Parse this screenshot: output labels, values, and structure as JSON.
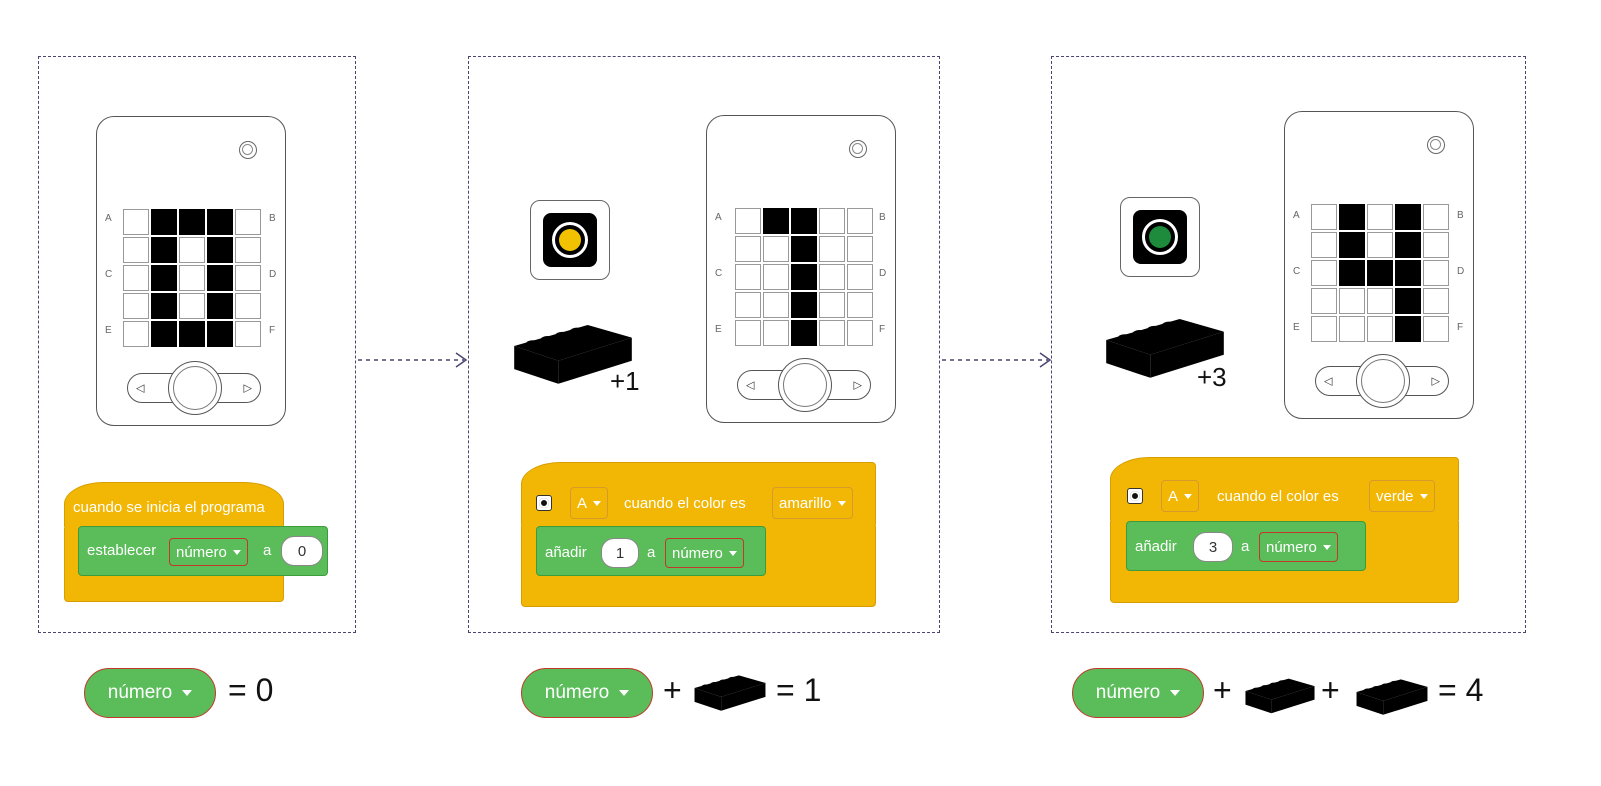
{
  "panels": [
    {
      "hub": {
        "ports_left": [
          "A",
          "C",
          "E"
        ],
        "ports_right": [
          "B",
          "D",
          "F"
        ],
        "matrix": [
          [
            0,
            1,
            1,
            1,
            0
          ],
          [
            0,
            1,
            0,
            1,
            0
          ],
          [
            0,
            1,
            0,
            1,
            0
          ],
          [
            0,
            1,
            0,
            1,
            0
          ],
          [
            0,
            1,
            1,
            1,
            0
          ]
        ]
      },
      "hat_label": "cuando se inicia el programa",
      "stack_label": "establecer",
      "variable": "número",
      "connector": "a",
      "value": "0"
    },
    {
      "sensor_color": "#f2c200",
      "brick_color": "yellow",
      "increment_label": "+1",
      "hub": {
        "ports_left": [
          "A",
          "C",
          "E"
        ],
        "ports_right": [
          "B",
          "D",
          "F"
        ],
        "matrix": [
          [
            0,
            1,
            1,
            0,
            0
          ],
          [
            0,
            0,
            1,
            0,
            0
          ],
          [
            0,
            0,
            1,
            0,
            0
          ],
          [
            0,
            0,
            1,
            0,
            0
          ],
          [
            0,
            0,
            1,
            0,
            0
          ]
        ]
      },
      "port": "A",
      "hat_label": "cuando el color es",
      "color_value": "amarillo",
      "stack_label": "añadir",
      "value": "1",
      "connector": "a",
      "variable": "número"
    },
    {
      "sensor_color": "#1e8a3c",
      "brick_color": "green",
      "increment_label": "+3",
      "hub": {
        "ports_left": [
          "A",
          "C",
          "E"
        ],
        "ports_right": [
          "B",
          "D",
          "F"
        ],
        "matrix": [
          [
            0,
            1,
            0,
            1,
            0
          ],
          [
            0,
            1,
            0,
            1,
            0
          ],
          [
            0,
            1,
            1,
            1,
            0
          ],
          [
            0,
            0,
            0,
            1,
            0
          ],
          [
            0,
            0,
            0,
            1,
            0
          ]
        ]
      },
      "port": "A",
      "hat_label": "cuando el color es",
      "color_value": "verde",
      "stack_label": "añadir",
      "value": "3",
      "connector": "a",
      "variable": "número"
    }
  ],
  "equations": [
    {
      "variable": "número",
      "result": "= 0"
    },
    {
      "variable": "número",
      "plus": "+",
      "result": "= 1"
    },
    {
      "variable": "número",
      "plus": "+",
      "result": "= 4"
    }
  ],
  "colors": {
    "block_yellow": "#f2b705",
    "block_green": "#5abd5a",
    "brick_yellow": "#f5c400",
    "brick_green": "#1f8f3a",
    "panel_border": "#4a4470"
  }
}
